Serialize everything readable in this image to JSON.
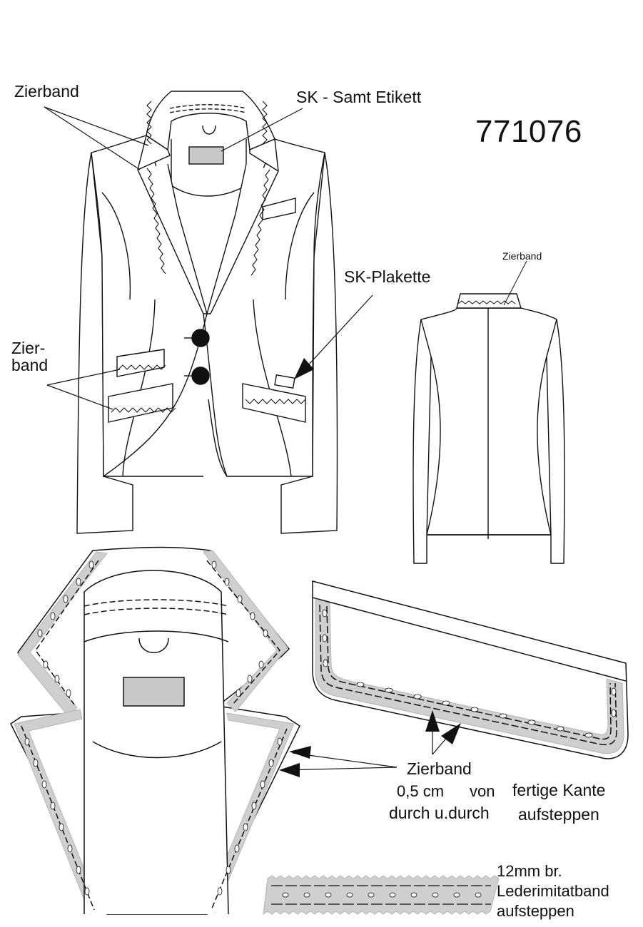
{
  "style_number": "771076",
  "labels": {
    "zierband_top": "Zierband",
    "sk_samt_etikett": "SK - Samt Etikett",
    "sk_plakette": "SK-Plakette",
    "zierband_pocket": "Zier-\nband",
    "zierband_back": "Zierband",
    "zierband_detail": "Zierband",
    "distance": "0,5 cm",
    "von": "von",
    "fertige_kante": "fertige Kante",
    "durch": "durch u.durch",
    "aufsteppen": "aufsteppen",
    "tape_width": "12mm br.",
    "tape_material": "Lederimitatband",
    "tape_aufsteppen": "aufsteppen"
  },
  "colors": {
    "line": "#111111",
    "tape_fill": "#c8c8c8",
    "label_fill": "#c8c8c8",
    "button_fill": "#111111"
  }
}
